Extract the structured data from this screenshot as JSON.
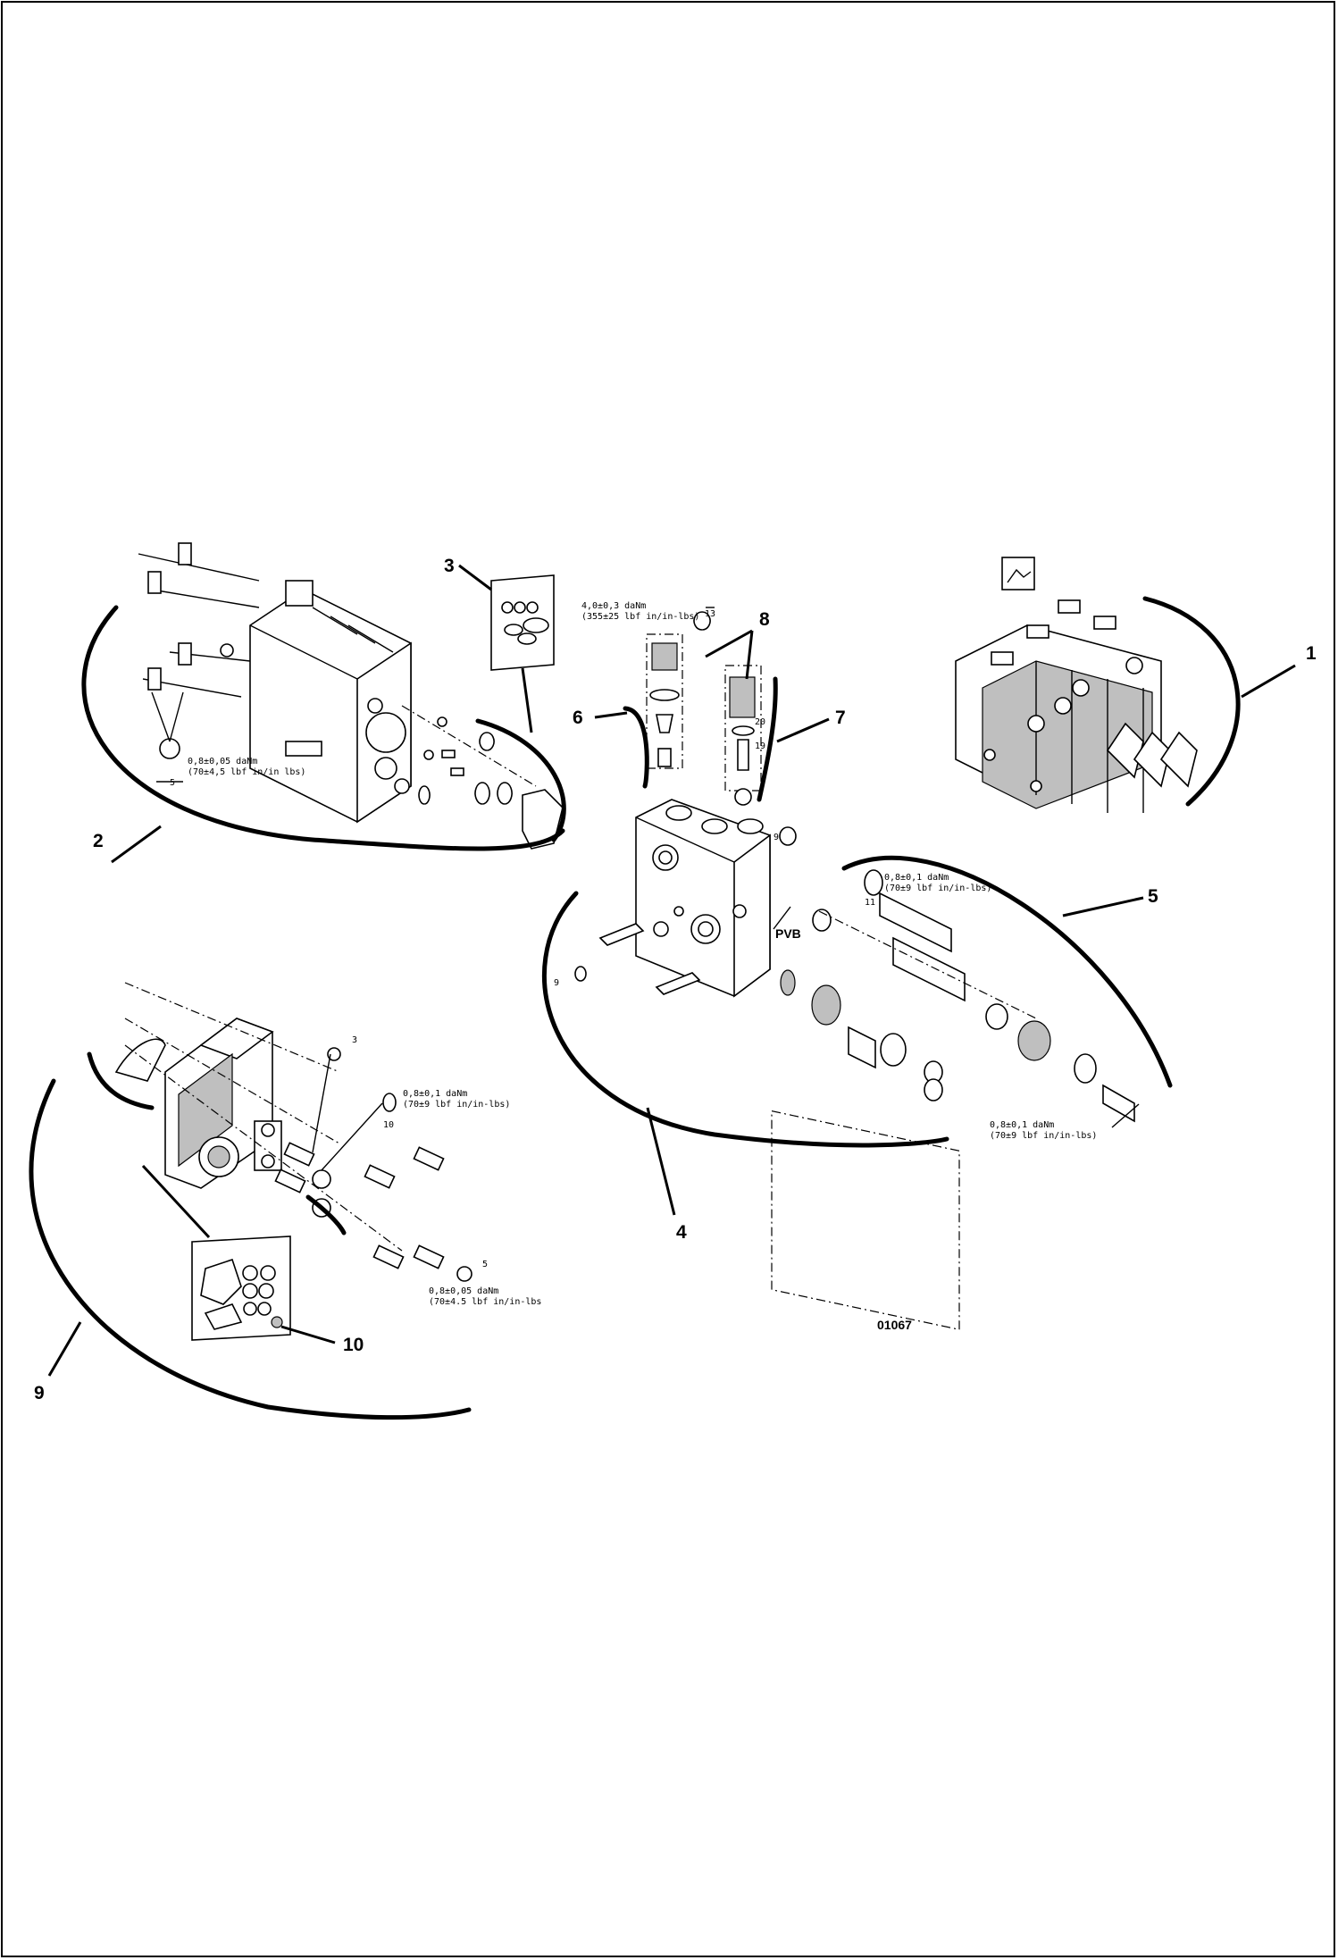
{
  "figure_id": "01067",
  "callouts": {
    "c1": "1",
    "c2": "2",
    "c3": "3",
    "c4": "4",
    "c5": "5",
    "c6": "6",
    "c7": "7",
    "c8": "8",
    "c9": "9",
    "c10": "10"
  },
  "torque_specs": {
    "actuator_line1": "0,8±0,05 daNm",
    "actuator_line2": "(70±4,5 lbf in/in lbs)",
    "plug_line1": "4,0±0,3 daNm",
    "plug_line2": "(355±25 lbf in/in-lbs)",
    "cap_line1": "0,8±0,1 daNm",
    "cap_line2": "(70±9 lbf in/in-lbs)",
    "spool_end_line1": "0,8±0,1 daNm",
    "spool_end_line2": "(70±9 lbf in/in-lbs)",
    "cover_line1": "0,8±0,1 daNm",
    "cover_line2": "(70±9 lbf in/in-lbs)",
    "cover_screw_line1": "0,8±0,05 daNm",
    "cover_screw_line2": "(70±4.5 lbf in/in-lbs"
  },
  "dims": {
    "d5a": "5",
    "d13": "13",
    "d20": "20",
    "d19": "19",
    "d9a": "9",
    "d9b": "9",
    "d11": "11",
    "d3": "3",
    "d10": "10",
    "d5b": "5"
  },
  "pvb_label": "PVB"
}
